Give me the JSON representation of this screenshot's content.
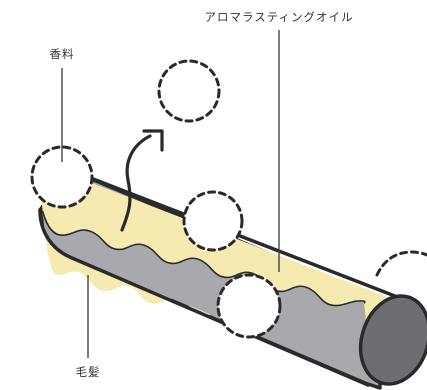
{
  "labels": {
    "fragrance": "香料",
    "aroma_oil": "アロマラスティングオイル",
    "hair": "毛髪"
  },
  "colors": {
    "oil_layer": "#f5eaaf",
    "hair_body": "#a9a9ad",
    "hair_end": "#6d6d72",
    "outline": "#2a2a2a",
    "leader_line": "#444444"
  }
}
